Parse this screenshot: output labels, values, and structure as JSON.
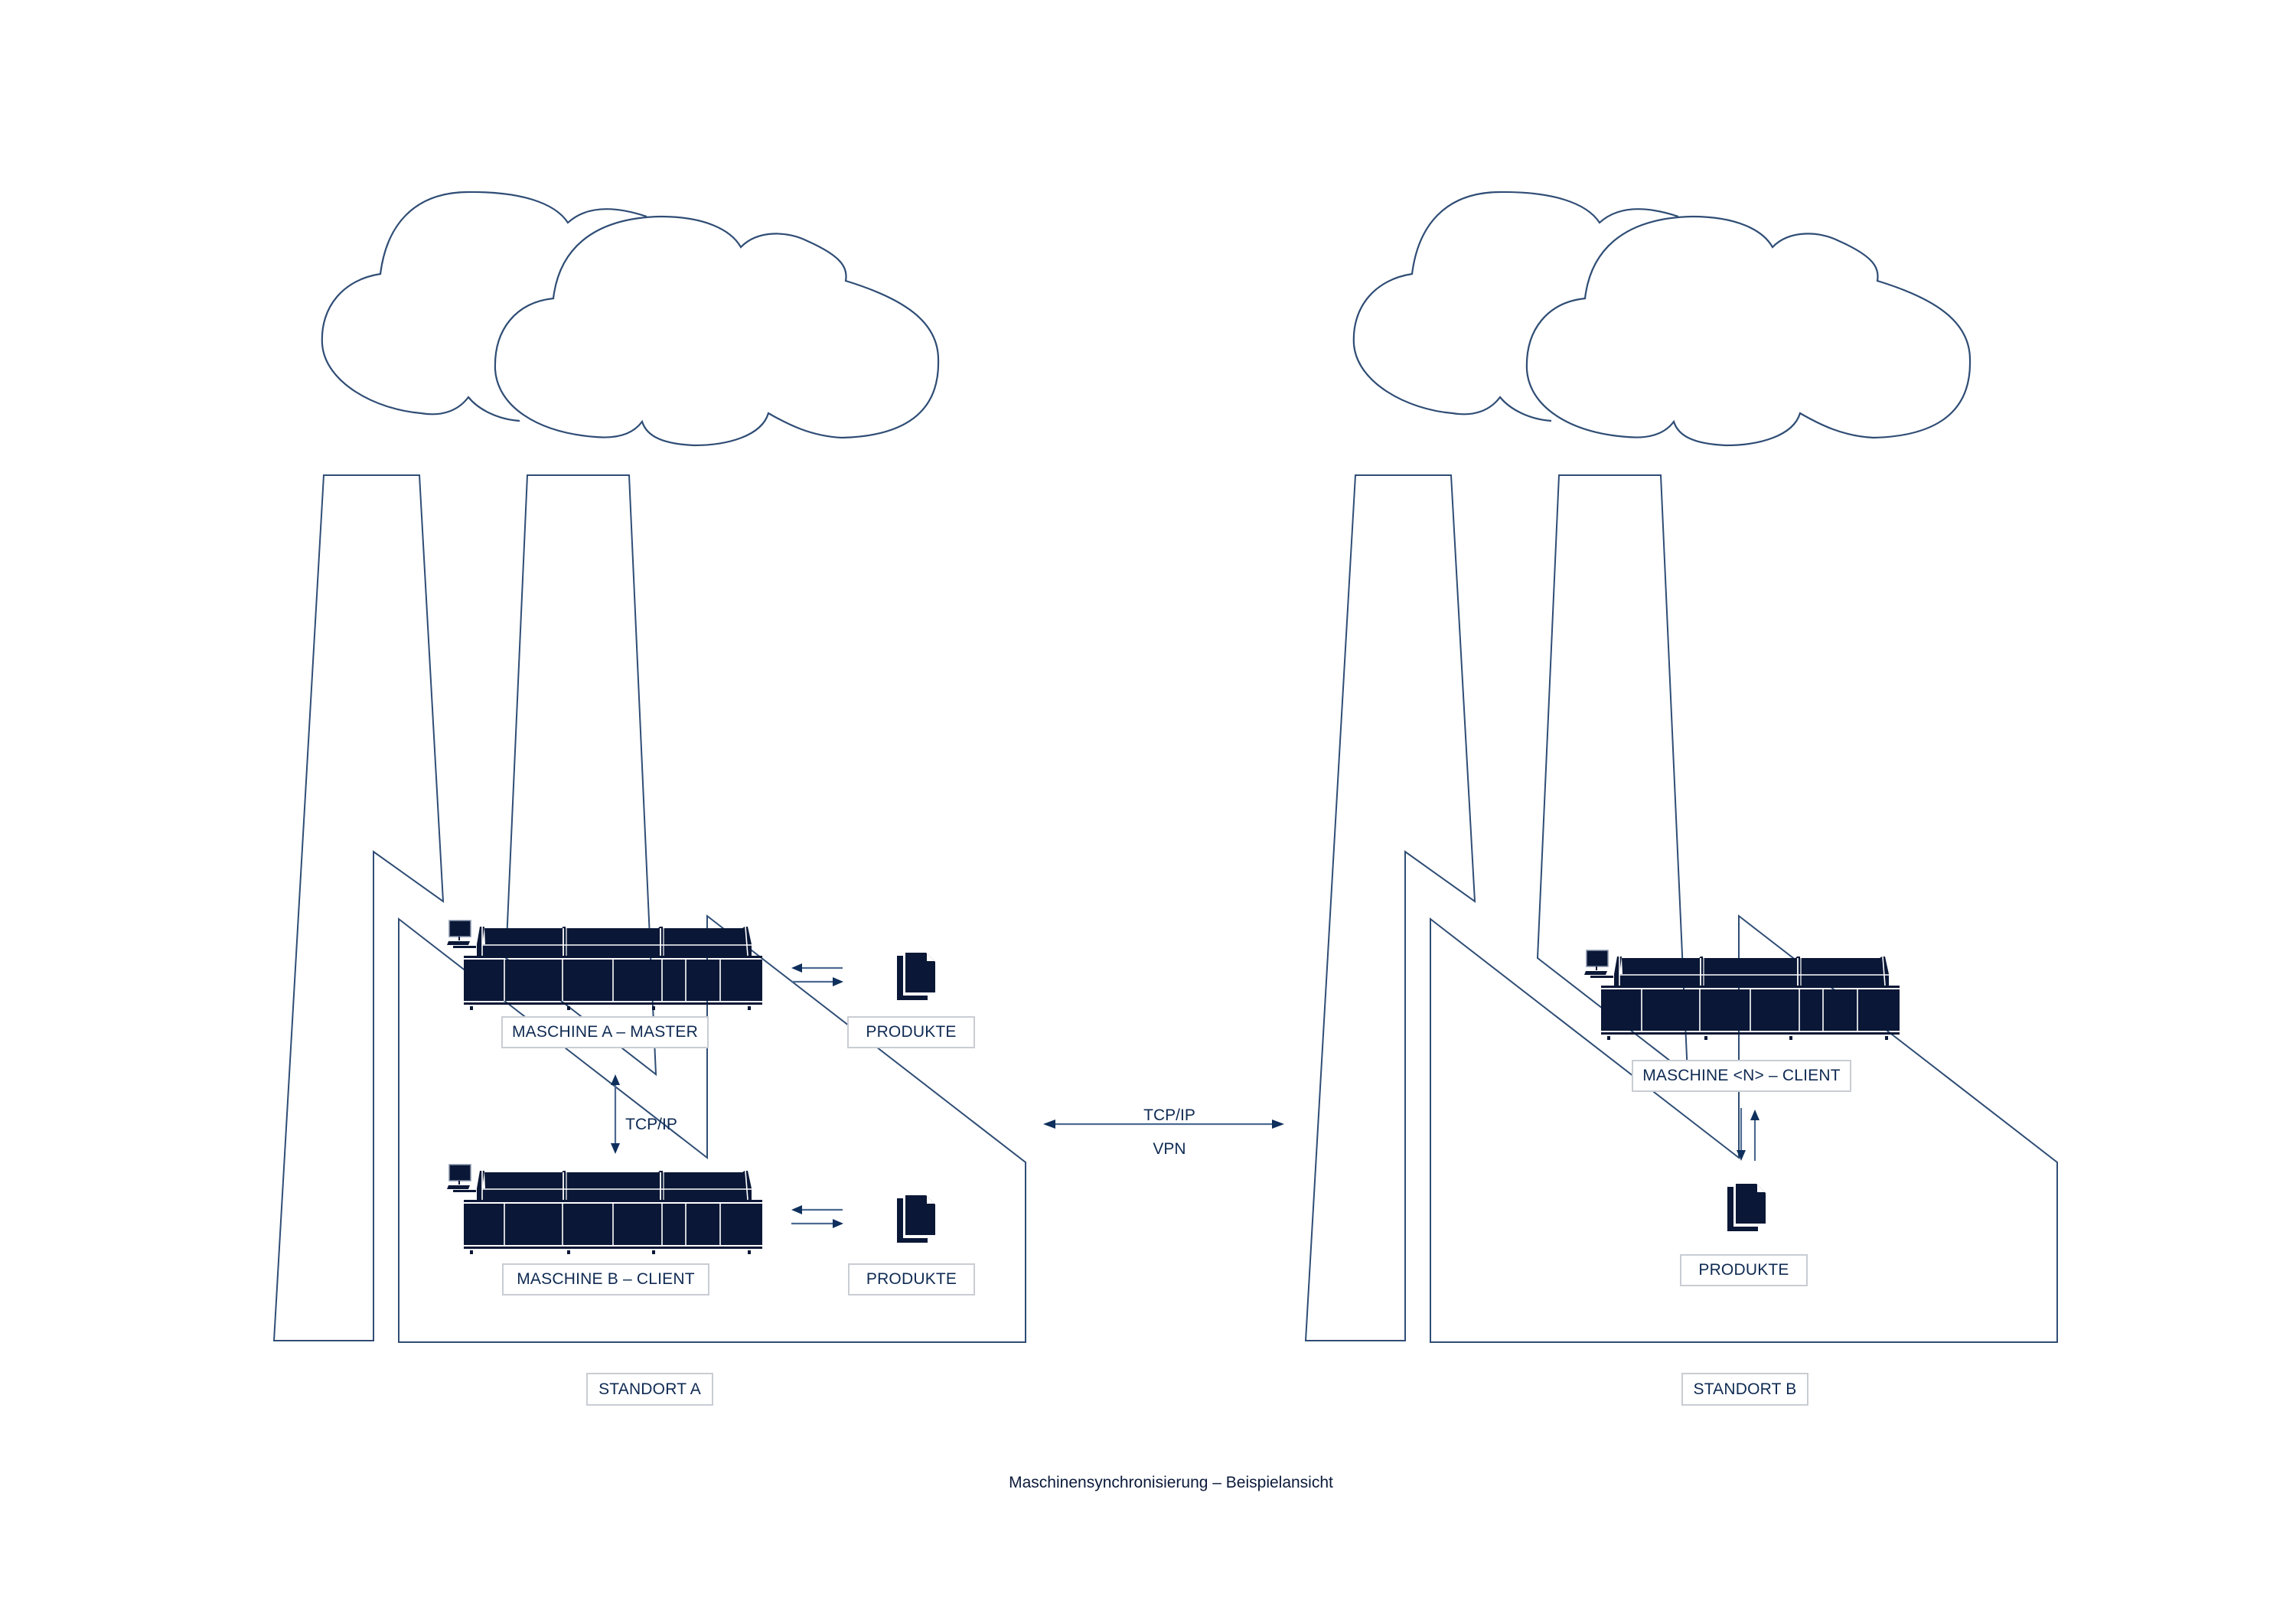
{
  "diagram": {
    "caption": "Maschinensynchronisierung – Beispielansicht",
    "colors": {
      "outline": "#2f4d75",
      "machine": "#0a1736",
      "text": "#0f2a52",
      "label_border": "#c9cdd3"
    },
    "sites": [
      {
        "id": "site-a",
        "label": "STANDORT A",
        "machines": [
          {
            "label": "MASCHINE A – MASTER",
            "role": "master",
            "products_label": "PRODUKTE",
            "products_link": "bidirectional"
          },
          {
            "label": "MASCHINE B – CLIENT",
            "role": "client",
            "products_label": "PRODUKTE",
            "products_link": "bidirectional"
          }
        ],
        "internal_link": {
          "label": "TCP/IP",
          "between": [
            "MASCHINE A – MASTER",
            "MASCHINE B – CLIENT"
          ],
          "direction": "bidirectional"
        }
      },
      {
        "id": "site-b",
        "label": "STANDORT B",
        "machines": [
          {
            "label": "MASCHINE <N> – CLIENT",
            "role": "client",
            "products_label": "PRODUKTE",
            "products_link": "bidirectional"
          }
        ]
      }
    ],
    "site_link": {
      "label_top": "TCP/IP",
      "label_bottom": "VPN",
      "direction": "bidirectional"
    },
    "icons": {
      "cloud": "cloud-icon",
      "factory": "factory-icon",
      "machine": "reflow-oven-machine-icon",
      "products": "documents-icon",
      "monitor": "monitor-icon"
    }
  }
}
